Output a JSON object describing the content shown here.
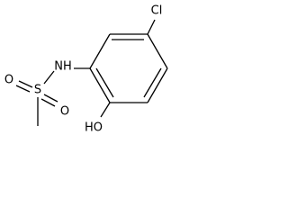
{
  "molecule": {
    "atoms": {
      "cl": "Cl",
      "nh": "NH",
      "s": "S",
      "o_upper": "O",
      "o_lower": "O",
      "ho": "HO"
    }
  }
}
